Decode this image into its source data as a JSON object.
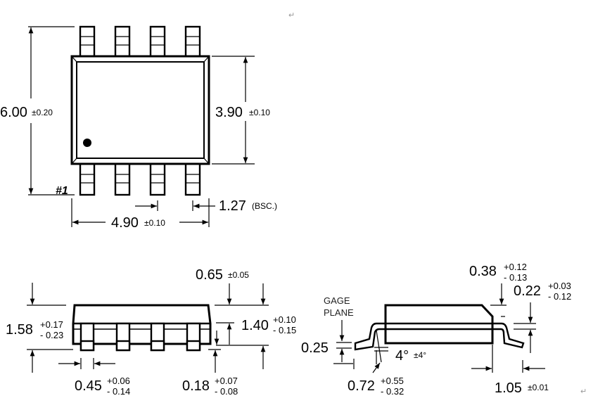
{
  "top_view": {
    "pin1_label": "#1",
    "length": {
      "value": "6.00",
      "tol": "±0.20"
    },
    "body_width": {
      "value": "3.90",
      "tol": "±0.10"
    },
    "body_length": {
      "value": "4.90",
      "tol": "±0.10"
    },
    "pitch": {
      "value": "1.27",
      "note": "(BSC.)"
    }
  },
  "side_view": {
    "height": {
      "value": "1.58",
      "plus": "+0.17",
      "minus": "- 0.23"
    },
    "pin_pitch_gap": {
      "value": "0.65",
      "tol": "±0.05"
    },
    "body_height": {
      "value": "1.40",
      "plus": "+0.10",
      "minus": "- 0.15"
    },
    "lead_width": {
      "value": "0.45",
      "plus": "+0.06",
      "minus": "- 0.14"
    },
    "standoff": {
      "value": "0.18",
      "plus": "+0.07",
      "minus": "- 0.08"
    }
  },
  "end_view": {
    "gage_plane": [
      "GAGE",
      "PLANE"
    ],
    "gage": {
      "value": "0.25"
    },
    "angle": {
      "value": "4°",
      "tol": "±4°"
    },
    "foot_length": {
      "value": "0.72",
      "plus": "+0.55",
      "minus": "- 0.32"
    },
    "chamfer": {
      "value": "0.38",
      "plus": "+0.12",
      "minus": "- 0.13"
    },
    "lead_thickness": {
      "value": "0.22",
      "plus": "+0.03",
      "minus": "- 0.12"
    },
    "lead_span": {
      "value": "1.05",
      "tol": "±0.01"
    }
  },
  "return_mark": "↵"
}
